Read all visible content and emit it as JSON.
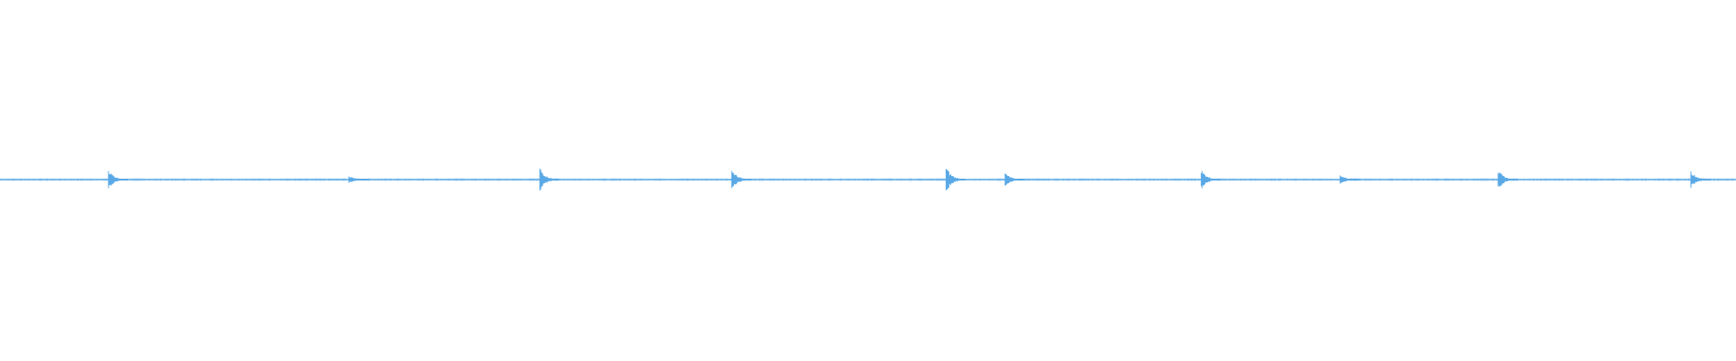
{
  "waveform": {
    "color": "#5aa9e6",
    "baseline_color": "#5aa9e6",
    "duration_fraction_markers": [
      {
        "t": 0.0625,
        "peak": 0.03
      },
      {
        "t": 0.201,
        "peak": 0.012
      },
      {
        "t": 0.311,
        "peak": 0.035
      },
      {
        "t": 0.4215,
        "peak": 0.03
      },
      {
        "t": 0.545,
        "peak": 0.038
      },
      {
        "t": 0.579,
        "peak": 0.02
      },
      {
        "t": 0.692,
        "peak": 0.03
      },
      {
        "t": 0.772,
        "peak": 0.015
      },
      {
        "t": 0.863,
        "peak": 0.028
      },
      {
        "t": 0.974,
        "peak": 0.025
      }
    ]
  }
}
